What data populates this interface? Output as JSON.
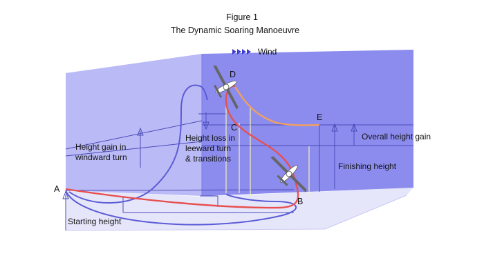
{
  "figure": {
    "title_line1": "Figure 1",
    "title_line2": "The Dynamic Soaring Manoeuvre"
  },
  "wind": {
    "label": "Wind"
  },
  "points": {
    "a": "A",
    "b": "B",
    "c": "C",
    "d": "D",
    "e": "E"
  },
  "labels": {
    "gain_windward_1": "Height gain in",
    "gain_windward_2": "windward turn",
    "loss_leeward_1": "Height loss in",
    "loss_leeward_2": "leeward turn",
    "loss_leeward_3": "& transitions",
    "overall_gain": "Overall height gain",
    "finishing_height": "Finishing height",
    "starting_height": "Starting height"
  },
  "colors": {
    "back_wall": "#8c8cef",
    "left_wall": "#b9b9f6",
    "floor": "#e5e5fb",
    "path_ground": "#5b5bd6",
    "path_flight": "#e65050",
    "path_glide": "#f0a060",
    "guide_line": "#4a4ab8",
    "riser": "#f3efb0"
  }
}
